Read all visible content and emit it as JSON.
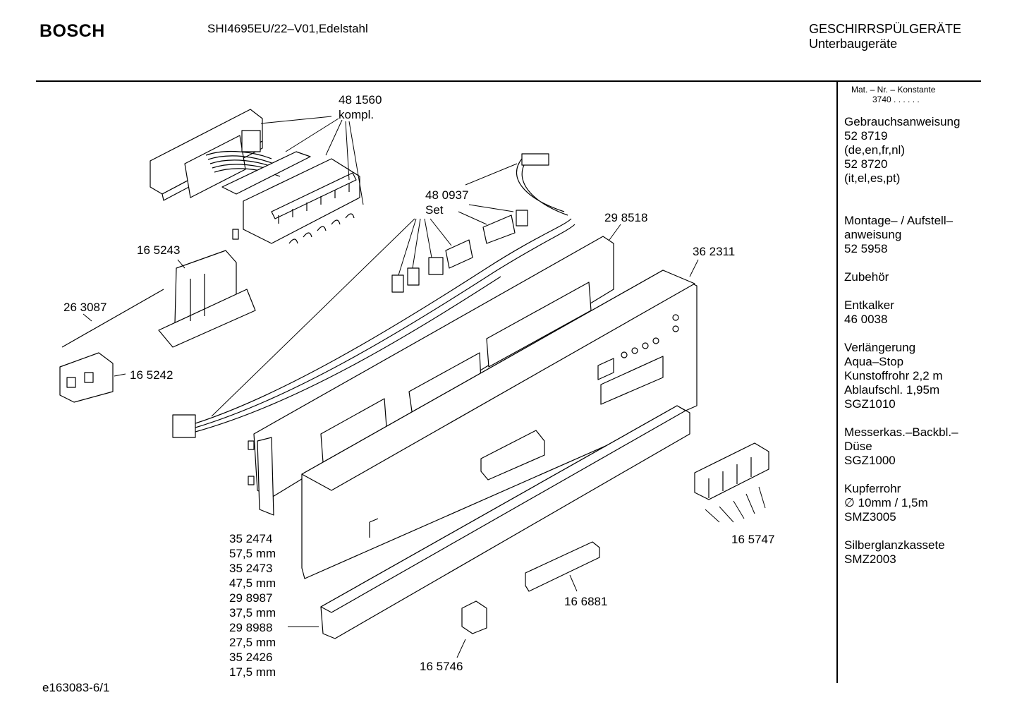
{
  "header": {
    "brand": "BOSCH",
    "model": "SHI4695EU/22–V01,Edelstahl",
    "category_line1": "GESCHIRRSPÜLGERÄTE",
    "category_line2": "Unterbaugeräte"
  },
  "sidebar": {
    "mat_label": "Mat. – Nr. – Konstante",
    "mat_value": "3740 .  .   .  .  .  .",
    "blocks": [
      {
        "lines": [
          "Gebrauchsanweisung",
          "52 8719",
          "(de,en,fr,nl)",
          "52 8720",
          "(it,el,es,pt)"
        ]
      },
      {
        "lines": [
          "Montage– / Aufstell–",
          "anweisung",
          "52 5958"
        ]
      },
      {
        "lines": [
          "Zubehör"
        ]
      },
      {
        "lines": [
          "Entkalker",
          "46 0038"
        ]
      },
      {
        "lines": [
          "Verlängerung",
          "Aqua–Stop",
          "Kunstoffrohr 2,2 m",
          "Ablaufschl. 1,95m",
          "SGZ1010"
        ]
      },
      {
        "lines": [
          "Messerkas.–Backbl.–",
          "Düse",
          "SGZ1000"
        ]
      },
      {
        "lines": [
          "Kupferrohr",
          "∅ 10mm / 1,5m",
          "SMZ3005"
        ]
      },
      {
        "lines": [
          "Silberglanzkassete",
          "SMZ2003"
        ]
      }
    ]
  },
  "parts": {
    "p481560": "48 1560",
    "p481560_note": "kompl.",
    "p480937": "48 0937",
    "p480937_note": "Set",
    "p298518": "29 8518",
    "p362311": "36 2311",
    "p165243": "16 5243",
    "p263087": "26 3087",
    "p165242": "16 5242",
    "p165747": "16 5747",
    "p166881": "16 6881",
    "p165746": "16 5746",
    "plinth_list": [
      "35 2474",
      "57,5 mm",
      "35 2473",
      "47,5 mm",
      "29 8987",
      "37,5 mm",
      "29 8988",
      "27,5 mm",
      "35 2426",
      "17,5 mm"
    ]
  },
  "footer": {
    "diagram_id": "e163083-6/1"
  }
}
